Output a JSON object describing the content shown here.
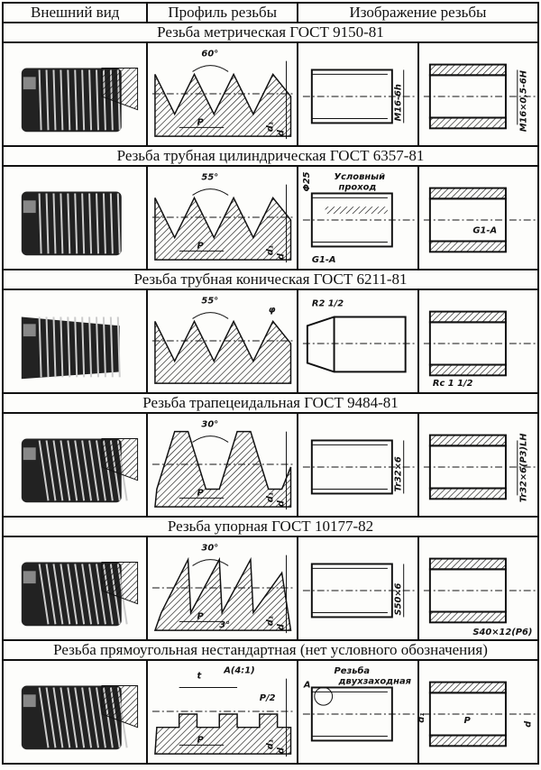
{
  "header": {
    "external": "Внешний вид",
    "profile": "Профиль резьбы",
    "image": "Изображение резьбы"
  },
  "rows": [
    {
      "title": "Резьба  метрическая  ГОСТ 9150-81",
      "kind": "metric",
      "angle": "60°",
      "p": "P",
      "d1": "d₁",
      "d": "d",
      "ext_label": "M16-6h",
      "int_label": "M16×0,5-6H"
    },
    {
      "title": "Резьба  трубная  цилиндрическая  ГОСТ 6357-81",
      "kind": "pipe",
      "angle": "55°",
      "p": "P",
      "d1": "d₁",
      "d": "d",
      "note1": "Условный",
      "note2": "проход",
      "dia": "Φ25",
      "ext_label": "G1-A",
      "int_label": "G1-A"
    },
    {
      "title": "Резьба  трубная  коническая  ГОСТ 6211-81",
      "kind": "conical",
      "angle": "55°",
      "phi": "φ",
      "ext_label": "R2 1/2",
      "int_label": "Rc 1 1/2"
    },
    {
      "title": "Резьба  трапецеидальная  ГОСТ 9484-81",
      "kind": "trap",
      "angle": "30°",
      "p": "P",
      "d1": "d₁",
      "d": "d",
      "ext_label": "Tr32×6",
      "int_label": "Tr32×6(P3)LH"
    },
    {
      "title": "Резьба  упорная ГОСТ 10177-82",
      "kind": "butt",
      "angle": "30°",
      "angle2": "3°",
      "p": "P",
      "d1": "d₁",
      "d": "d",
      "ext_label": "S50×6",
      "int_label": "S40×12(P6)"
    },
    {
      "title": "Резьба  прямоугольная  нестандартная  (нет условного обозначения)",
      "kind": "rect",
      "t": "t",
      "detail": "A(4:1)",
      "p2": "P/2",
      "d1": "d₁",
      "d": "d",
      "marker": "A",
      "note1": "Резьба",
      "note2": "двухзаходная",
      "p": "P"
    }
  ]
}
